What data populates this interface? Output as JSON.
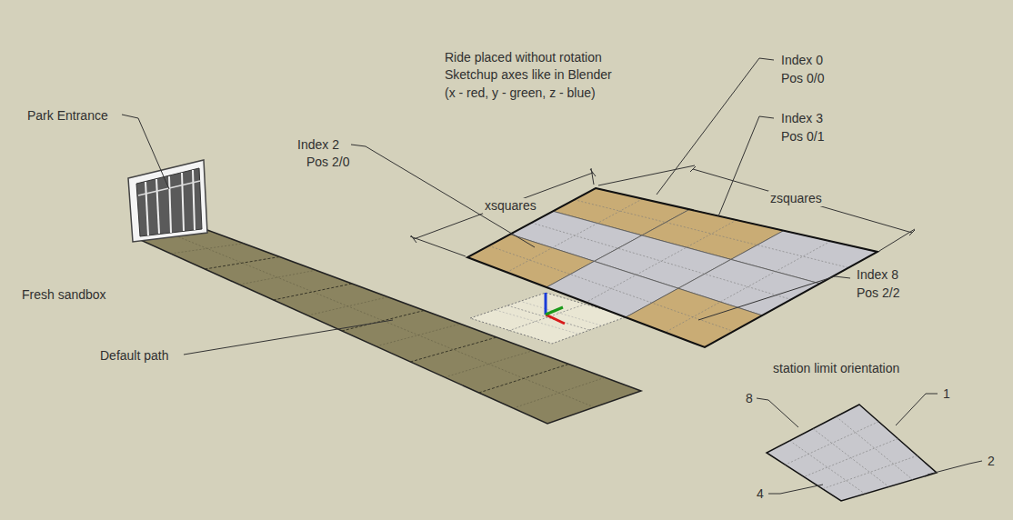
{
  "diagram": {
    "labels": [
      "Ride placed without rotation",
      "Sketchup axes like in Blender",
      "(x - red, y - green, z - blue)",
      "Index 0",
      "Pos 0/0",
      "Park Entrance",
      "Index 3",
      "Pos 0/1",
      "Index 2",
      "Pos 2/0",
      "xsquares",
      "zsquares",
      "Index 8",
      "Pos 2/2",
      "Fresh sandbox",
      "Default path",
      "station limit orientation",
      "8",
      "1",
      "2",
      "4"
    ]
  }
}
